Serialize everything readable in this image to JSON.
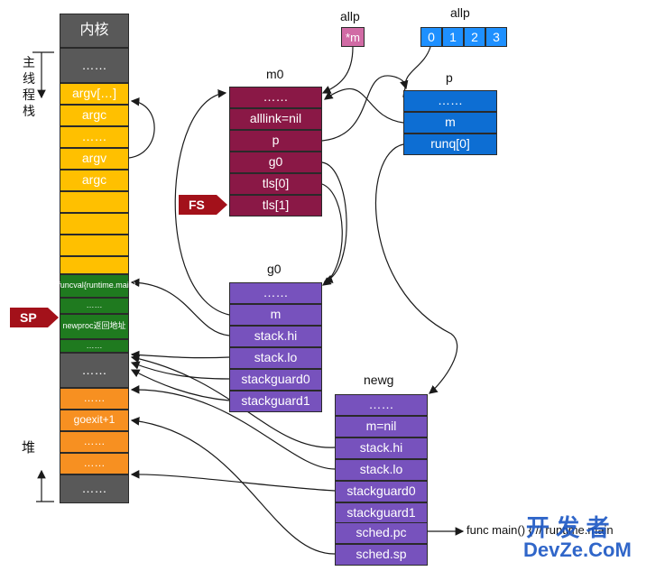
{
  "labels": {
    "allp_left": "allp",
    "allp_right": "allp",
    "m0": "m0",
    "p": "p",
    "g0": "g0",
    "newg": "newg",
    "main_thread_stack": [
      "主",
      "线",
      "程",
      "栈"
    ],
    "heap": "堆",
    "fs": "FS",
    "sp": "SP",
    "func_main": "func main() { // runtime.main"
  },
  "allp_ptr": "*m",
  "allp_array": [
    "0",
    "1",
    "2",
    "3"
  ],
  "stack": {
    "kernel": "内核",
    "cells": [
      "……",
      "argv[…]",
      "argc",
      "……",
      "argv",
      "argc",
      "",
      "",
      "",
      "",
      "&funcval{runtime.main}",
      "……",
      "newproc返回地址",
      "……",
      "……",
      "……",
      "goexit+1",
      "……",
      "……",
      "……"
    ]
  },
  "m0": [
    "……",
    "alllink=nil",
    "p",
    "g0",
    "tls[0]",
    "tls[1]"
  ],
  "p": [
    "……",
    "m",
    "runq[0]"
  ],
  "g0": [
    "……",
    "m",
    "stack.hi",
    "stack.lo",
    "stackguard0",
    "stackguard1"
  ],
  "newg": [
    "……",
    "m=nil",
    "stack.hi",
    "stack.lo",
    "stackguard0",
    "stackguard1",
    "sched.pc",
    "sched.sp"
  ],
  "watermark": {
    "cn": "开 发 者",
    "en": "DevZe.CoM"
  },
  "colors": {
    "kernel": "#595959",
    "argv": "#ffc000",
    "stack_green": "#1f7a1f",
    "heap_orange": "#f79021",
    "m0": "#8a1846",
    "p": "#0d6ed3",
    "g": "#7752bd",
    "allp": "#1e90ff",
    "star_m": "#d16ba5",
    "tag_red": "#a3111a"
  }
}
